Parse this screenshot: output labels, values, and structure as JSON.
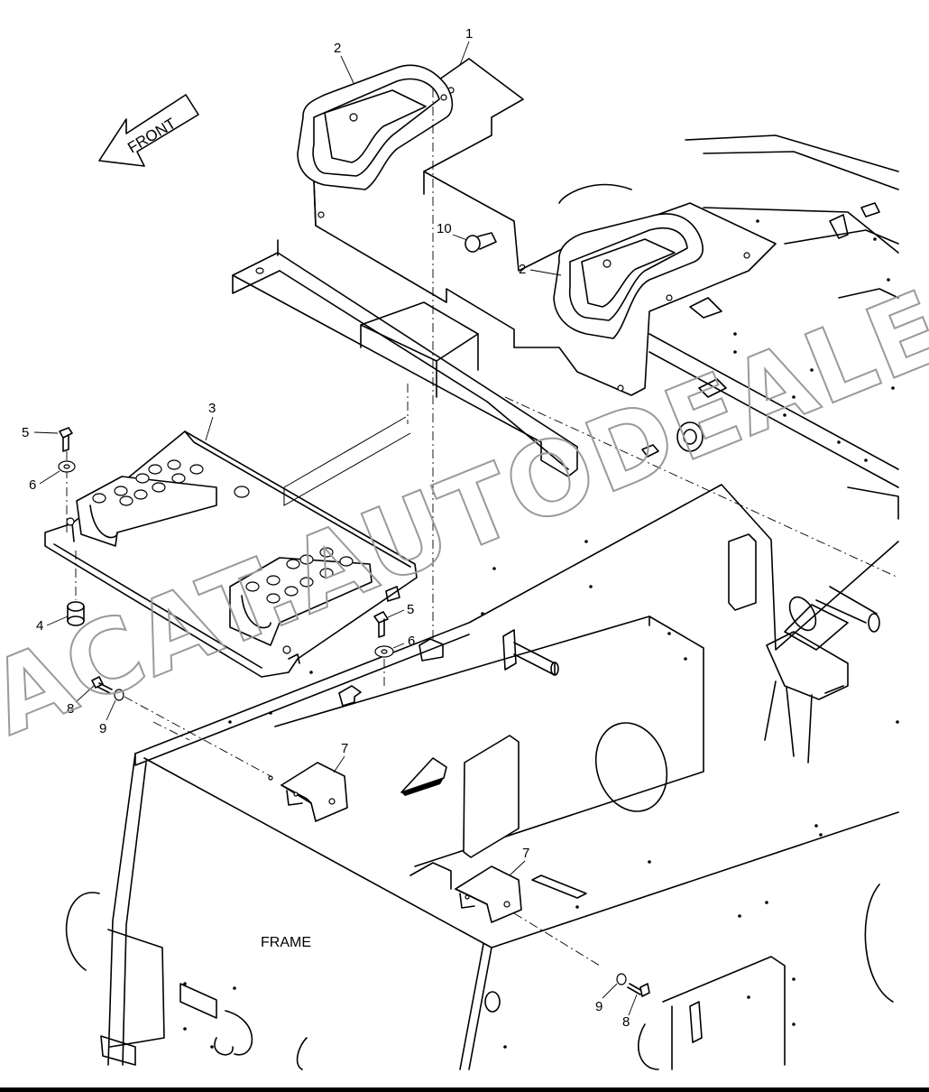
{
  "diagram": {
    "front_arrow_label": "FRONT",
    "frame_label": "FRAME",
    "callouts": [
      {
        "id": "c1",
        "text": "1"
      },
      {
        "id": "c2a",
        "text": "2"
      },
      {
        "id": "c2b",
        "text": "2"
      },
      {
        "id": "c3",
        "text": "3"
      },
      {
        "id": "c4",
        "text": "4"
      },
      {
        "id": "c5a",
        "text": "5"
      },
      {
        "id": "c5b",
        "text": "5"
      },
      {
        "id": "c6a",
        "text": "6"
      },
      {
        "id": "c6b",
        "text": "6"
      },
      {
        "id": "c7a",
        "text": "7"
      },
      {
        "id": "c7b",
        "text": "7"
      },
      {
        "id": "c8a",
        "text": "8"
      },
      {
        "id": "c8b",
        "text": "8"
      },
      {
        "id": "c9a",
        "text": "9"
      },
      {
        "id": "c9b",
        "text": "9"
      },
      {
        "id": "c10",
        "text": "10"
      }
    ]
  },
  "watermark": {
    "text": "ACAT.AUTODEALER.RU",
    "color": "#9a9a9a"
  },
  "colors": {
    "line": "#000000",
    "background": "#ffffff"
  }
}
